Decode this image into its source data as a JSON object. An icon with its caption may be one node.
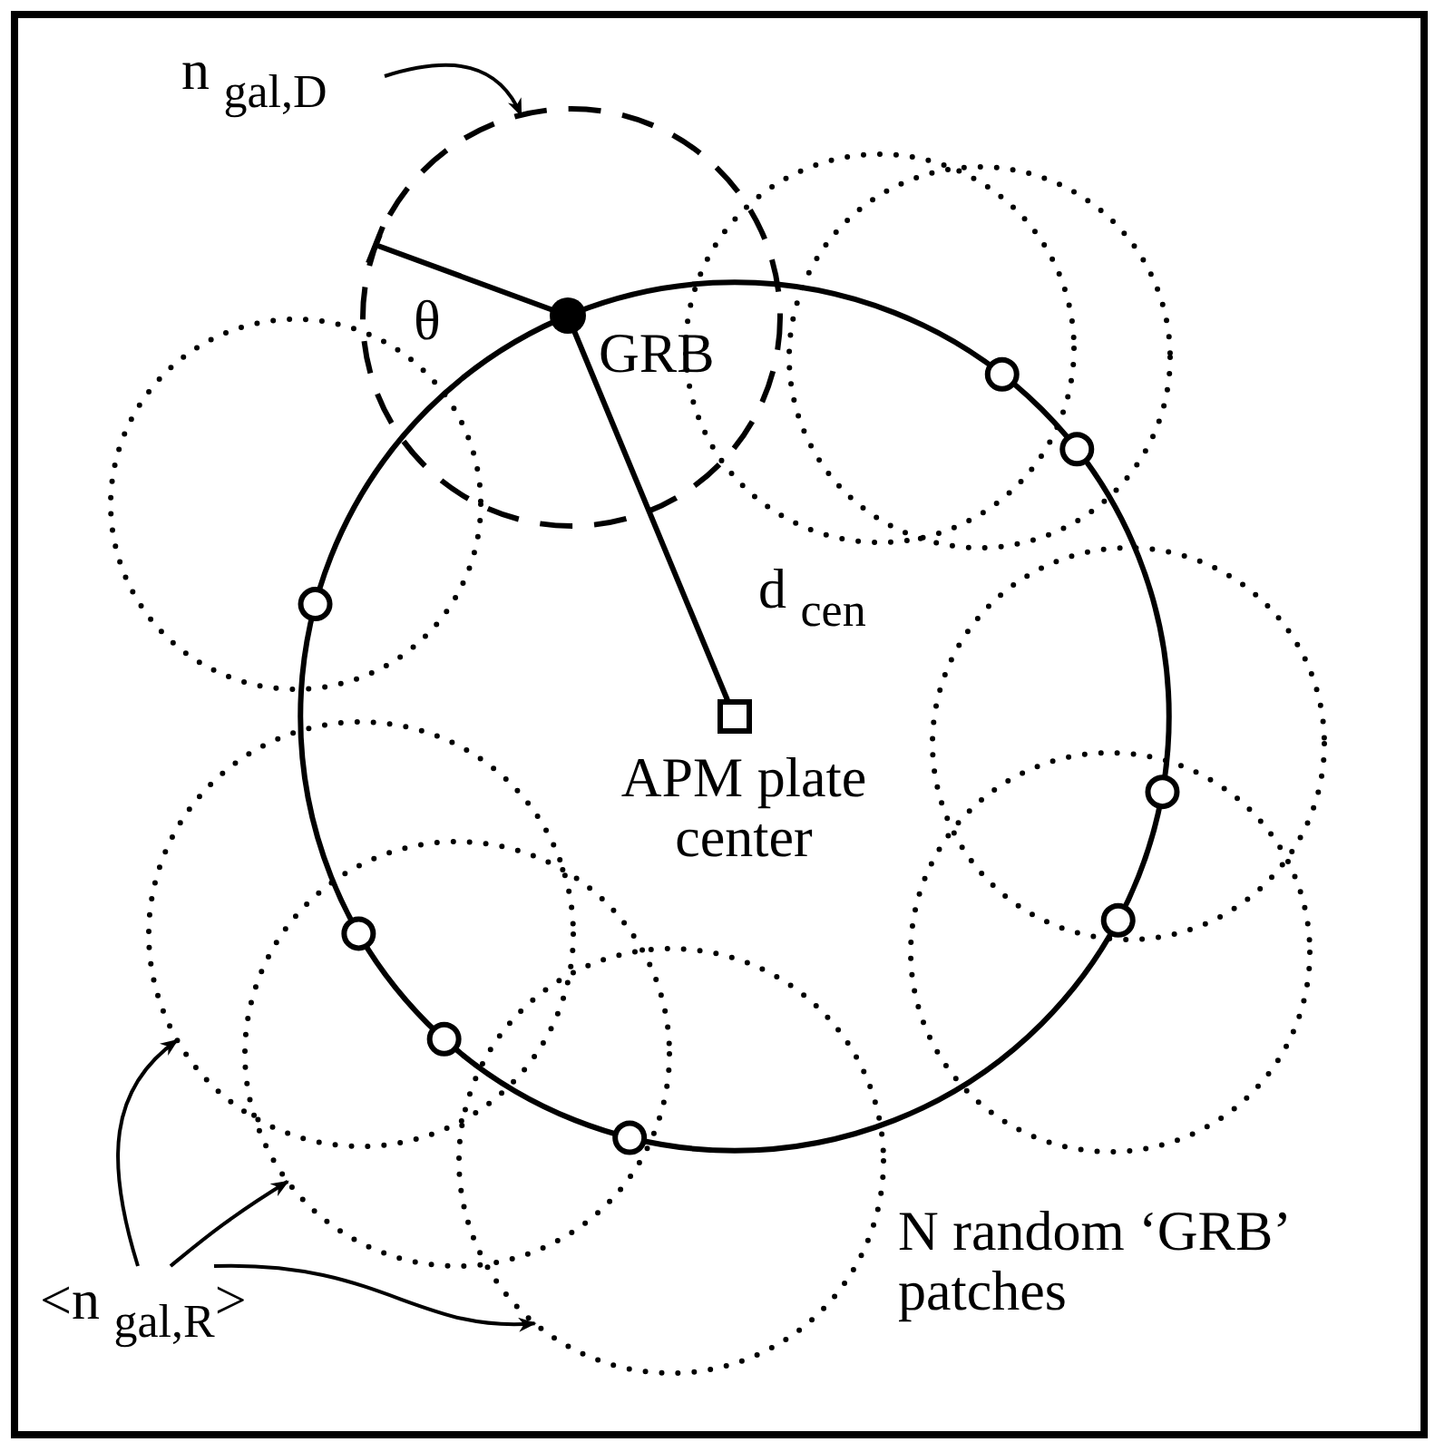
{
  "diagram": {
    "nodes": [
      {
        "text": [
          "n $_{gal,D}$"
        ]
      },
      {
        "text": [],
        "shape": "circle"
      },
      {
        "text": [],
        "shape": "circle"
      },
      {
        "text": [],
        "shape": "circle"
      },
      {
        "text": [],
        "shape": "circle"
      },
      {
        "text": [],
        "shape": "circle"
      },
      {
        "text": [],
        "shape": "circle"
      },
      {
        "text": [],
        "shape": "circle"
      },
      {
        "text": [],
        "shape": "circle"
      },
      {
        "text": [],
        "shape": "circle"
      },
      {
        "text": [
          "<n $_{gal,R}$>"
        ]
      }
    ],
    "edges": [
      {
        "from": 0,
        "to": 1,
        "arrow": "to"
      },
      {
        "from": 10,
        "to": 7,
        "arrow": "to"
      },
      {
        "from": 10,
        "to": 8,
        "arrow": "to"
      },
      {
        "from": 10,
        "to": 9,
        "arrow": "to"
      }
    ],
    "labels": [
      "θ",
      "GRB",
      "d $_{cen}$",
      "APM plate center",
      "N random ‘GRB’ patches"
    ]
  }
}
